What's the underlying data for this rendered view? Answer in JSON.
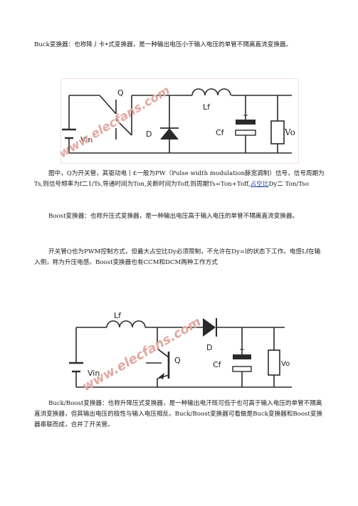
{
  "paragraphs": {
    "p1": "Buck变换器：也称降丿卡•式变换器，是一种输出电压小于输入电压的单管不隔离直流变换器。",
    "p2_a": "图中，Q为开关管，其驱动电丨£一般为PW（Pulse width modulation脉宽调制）信号，信号周期为Ts,则信号频率为f二1/Ts,导通时间为Ton,关断时间为Toff,则周期Ts=Ton+Toff,",
    "p2_link": "占空比",
    "p2_b": "Dy二 Ton/Tso",
    "p3": "Boost变换器：也称升压式变换器，是一种输出电压高于输入电压的单管不隔离直流变换器。",
    "p4": "开关管Q也为PWM控制方式，但最大占空比Dy必须限制，不允许在Dy=l的状态下工作。电感Lf在输入侧，称为升压电感。Boost变换器也有CCM和DCM两种工作方式",
    "p5": "Buck/Boost变换器：也称升降压式变换器，是一种输出电汗既可低于也可高于输入电压的单管不隔离直流变换器，但其输出电压的极性与输入电压相反。Buck/Boost变换器可看做是Buck变换器和Boost变换器串联而成，合并了开关管。"
  },
  "figure1": {
    "labels": {
      "q": "Q",
      "lf": "Lf",
      "d": "D",
      "vin": "Vin",
      "cf": "Cf",
      "vo": "Vo"
    },
    "watermark": "www.elecfans.com"
  },
  "figure2": {
    "labels": {
      "lf": "Lf",
      "q": "Q",
      "d": "D",
      "vin": "Vin",
      "cf": "Cf",
      "vo": "Vo"
    },
    "watermark": "www.elecfans.com"
  },
  "colors": {
    "wire": "#2a2a2a",
    "watermark": "#e2a9a3",
    "link": "#2b4fa8",
    "frame": "#f2e3dc"
  }
}
